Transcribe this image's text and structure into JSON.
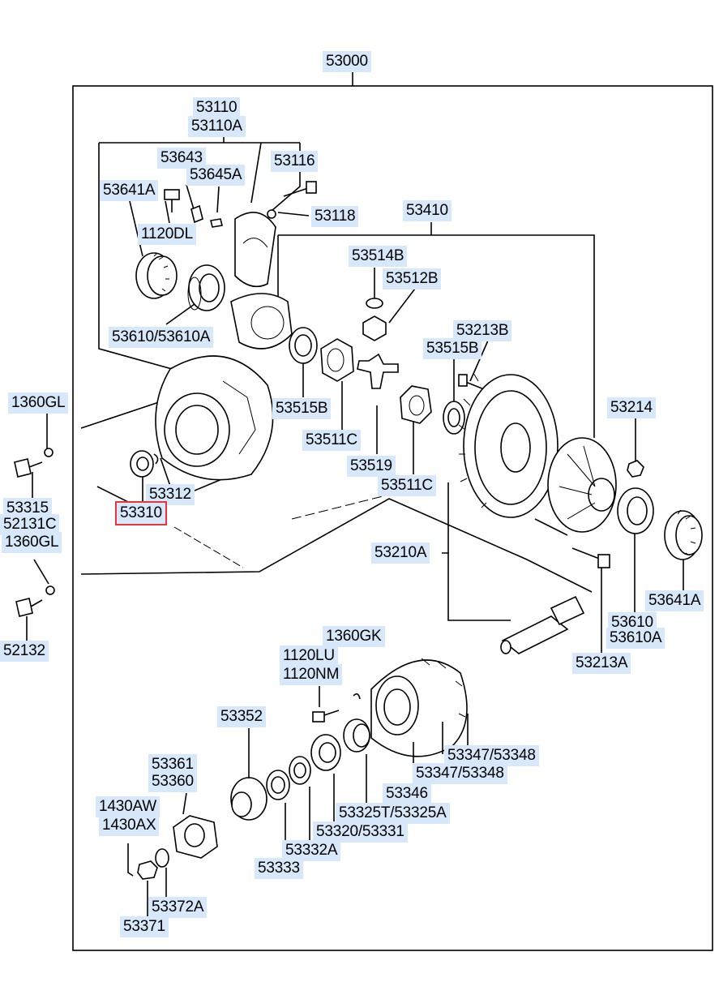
{
  "diagram": {
    "labels": {
      "p53000": "53000",
      "p53110": "53110",
      "p53110a": "53110A",
      "p53643": "53643",
      "p53645a": "53645A",
      "p53116": "53116",
      "p53641a_top": "53641A",
      "p1120dl": "1120DL",
      "p53118": "53118",
      "p53410": "53410",
      "p53514b": "53514B",
      "p53512b": "53512B",
      "p53610_pair_top": "53610/53610A",
      "p53213b": "53213B",
      "p53515b_right": "53515B",
      "p1360gl_top": "1360GL",
      "p53515b_left": "53515B",
      "p53214": "53214",
      "p53511c_left": "53511C",
      "p53519": "53519",
      "p53511c_right": "53511C",
      "p53312": "53312",
      "p53315": "53315",
      "p53310": "53310",
      "p52131c": "52131C",
      "p1360gl_mid": "1360GL",
      "p53210a": "53210A",
      "p53641a_right": "53641A",
      "p53610": "53610",
      "p53610a": "53610A",
      "p52132": "52132",
      "p53213a": "53213A",
      "p1360gk": "1360GK",
      "p1120lu": "1120LU",
      "p1120nm": "1120NM",
      "p53352": "53352",
      "p53347_a": "53347/53348",
      "p53347_b": "53347/53348",
      "p53361": "53361",
      "p53360": "53360",
      "p53346": "53346",
      "p1430aw": "1430AW",
      "p53325t": "53325T/53325A",
      "p1430ax": "1430AX",
      "p53320": "53320/53331",
      "p53332a": "53332A",
      "p53333": "53333",
      "p53372a": "53372A",
      "p53371": "53371"
    },
    "selected_label": "53310",
    "colors": {
      "label_bg": "#d6e8f9",
      "highlight_border": "#e8353b",
      "line": "#000000"
    }
  }
}
